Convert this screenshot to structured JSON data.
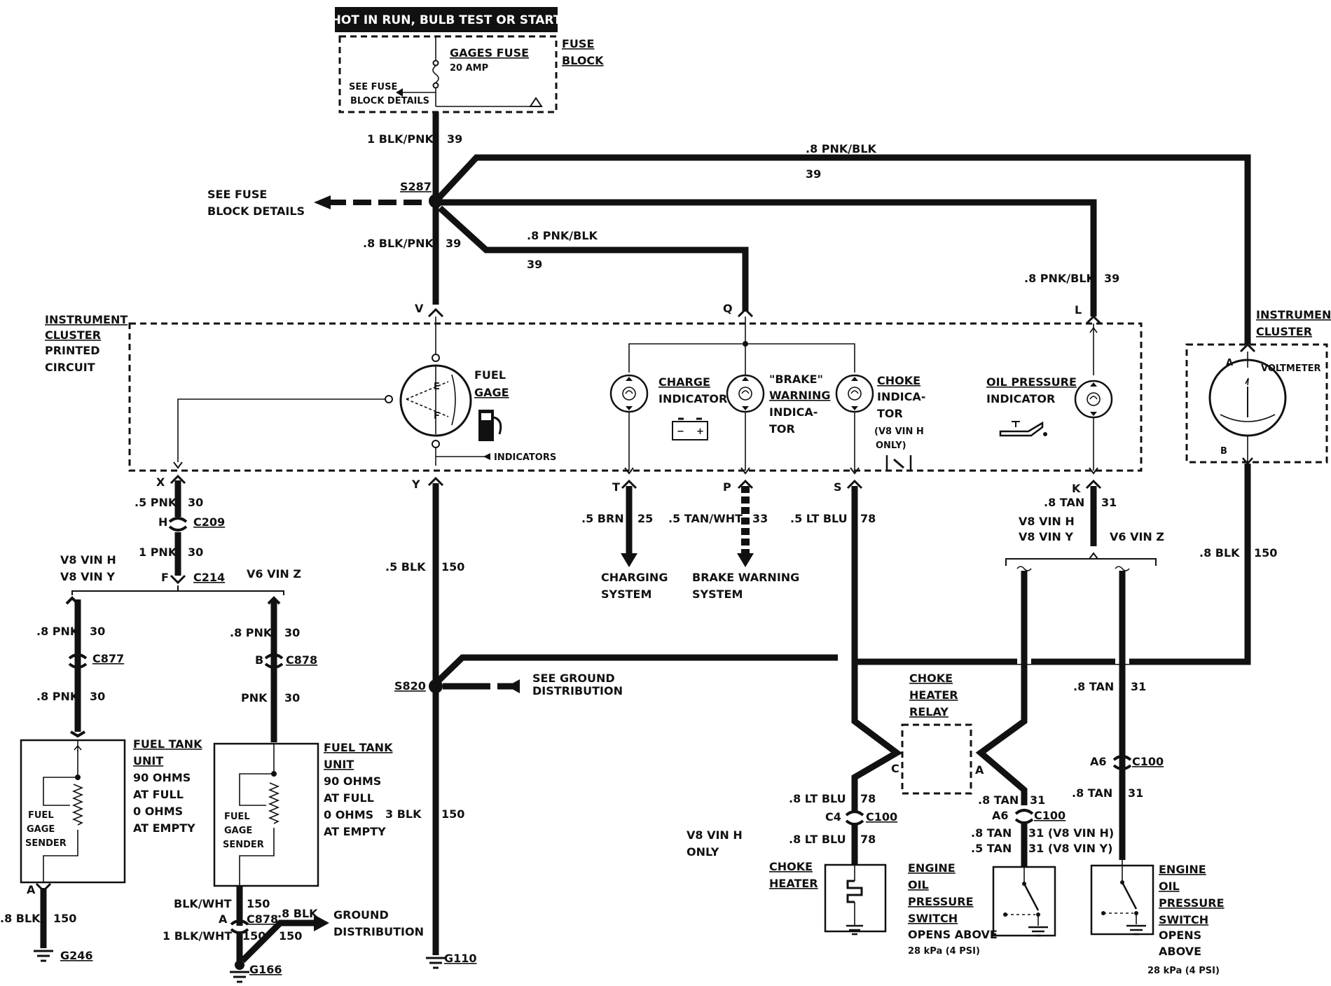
{
  "header": "HOT IN RUN, BULB TEST OR START",
  "fuse_block": {
    "title_1": "FUSE",
    "title_2": "BLOCK",
    "fuse_name": "GAGES FUSE",
    "fuse_rating": "20 AMP",
    "see_details_1": "SEE FUSE",
    "see_details_2": "BLOCK DETAILS"
  },
  "splices": {
    "s287": "S287",
    "s820": "S820",
    "s287_ref_1": "SEE FUSE",
    "s287_ref_2": "BLOCK DETAILS",
    "ground_ref_1": "SEE GROUND",
    "ground_ref_2": "DISTRIBUTION"
  },
  "wires": {
    "fuse_out": "1 BLK/PNK",
    "n39": "39",
    "to_v": ".8 BLK/PNK",
    "top_pnk": ".8 PNK/BLK",
    "to_q": ".8 PNK/BLK",
    "to_l": ".8 PNK/BLK",
    "x_out": ".5 PNK",
    "n30": "30",
    "h_f": "1 PNK",
    "y_out": ".5 BLK",
    "n150": "150",
    "t_out": ".5 BRN",
    "n25": "25",
    "p_out": ".5 TAN/WHT",
    "n33": "33",
    "s_out": ".5 LT BLU",
    "n78": "78",
    "k_out": ".8 TAN",
    "n31": "31",
    "volt_b": ".8 BLK",
    "left_pnk1": ".8 PNK",
    "left_pnk2": ".8 PNK",
    "mid_pnk1": ".8 PNK",
    "mid_pnk2": "PNK",
    "gnd_3blk": "3 BLK",
    "left_gnd": ".8 BLK",
    "blkwht": "BLK/WHT",
    "blkwht1": "1 BLK/WHT",
    "c878_blk": ".8 BLK",
    "ltblu_c": ".8 LT BLU",
    "ltblu_heater": ".8 LT BLU",
    "tan_c100_r": ".8 TAN",
    "tan_a_1": ".8 TAN",
    "tan_sw_1": ".8 TAN",
    "tan_sw_2": ".5 TAN",
    "n31_vinh": "31 (V8 VIN H)",
    "n31_viny": "31 (V8 VIN Y)",
    "tan_c100b": ".8 TAN"
  },
  "pins": {
    "v": "V",
    "q": "Q",
    "l": "L",
    "x": "X",
    "y": "Y",
    "t": "T",
    "p": "P",
    "s": "S",
    "k": "K",
    "h": "H",
    "f": "F",
    "b": "B",
    "a": "A",
    "c": "C",
    "c4": "C4",
    "a6": "A6"
  },
  "connectors": {
    "c209": "C209",
    "c214": "C214",
    "c877": "C877",
    "c878": "C878",
    "c100": "C100"
  },
  "grounds": {
    "g246": "G246",
    "g166": "G166",
    "g110": "G110"
  },
  "variants": {
    "v8_vinh": "V8 VIN H",
    "v8_viny": "V8 VIN Y",
    "v6_vinz": "V6 VIN Z",
    "v8_vinh_only_1": "V8 VIN H",
    "v8_vinh_only_2": "ONLY"
  },
  "cluster": {
    "label_1": "INSTRUMENT",
    "label_2": "CLUSTER",
    "label_3": "PRINTED",
    "label_4": "CIRCUIT",
    "fuel_gage_1": "FUEL",
    "fuel_gage_2": "GAGE",
    "gage_e": "E",
    "gage_f": "F",
    "indicators": "INDICATORS",
    "charge_1": "CHARGE",
    "charge_2": "INDICATOR",
    "brake_1": "\"BRAKE\"",
    "brake_2": "WARNING",
    "brake_3": "INDICA-",
    "brake_4": "TOR",
    "choke_1": "CHOKE",
    "choke_2": "INDICA-",
    "choke_3": "TOR",
    "choke_4": "(V8 VIN H",
    "choke_5": "ONLY)",
    "oil_1": "OIL PRESSURE",
    "oil_2": "INDICATOR"
  },
  "voltmeter": {
    "label_1": "INSTRUMENT",
    "label_2": "CLUSTER",
    "name": "VOLTMETER"
  },
  "destinations": {
    "charging_1": "CHARGING",
    "charging_2": "SYSTEM",
    "brake_1": "BRAKE WARNING",
    "brake_2": "SYSTEM"
  },
  "sender_left": {
    "title_1": "FUEL TANK",
    "title_2": "UNIT",
    "spec_1": "90 OHMS",
    "spec_2": "AT FULL",
    "spec_3": "0 OHMS",
    "spec_4": "AT EMPTY",
    "inner_1": "FUEL",
    "inner_2": "GAGE",
    "inner_3": "SENDER"
  },
  "sender_mid": {
    "title_1": "FUEL TANK",
    "title_2": "UNIT",
    "spec_1": "90 OHMS",
    "spec_2": "AT FULL",
    "spec_3": "0 OHMS",
    "spec_4": "AT EMPTY",
    "inner_1": "FUEL",
    "inner_2": "GAGE",
    "inner_3": "SENDER"
  },
  "ground_dist_1": "GROUND",
  "ground_dist_2": "DISTRIBUTION",
  "relay": {
    "l1": "CHOKE",
    "l2": "HEATER",
    "l3": "RELAY"
  },
  "heater": {
    "l1": "CHOKE",
    "l2": "HEATER"
  },
  "switch_1": {
    "l1": "ENGINE",
    "l2": "OIL",
    "l3": "PRESSURE",
    "l4": "SWITCH",
    "l5": "OPENS ABOVE",
    "l6": "28 kPa (4 PSI)"
  },
  "switch_2": {
    "l1": "ENGINE",
    "l2": "OIL",
    "l3": "PRESSURE",
    "l4": "SWITCH",
    "l5": "OPENS",
    "l6": "ABOVE",
    "l7": "28 kPa  (4  PSI)"
  }
}
